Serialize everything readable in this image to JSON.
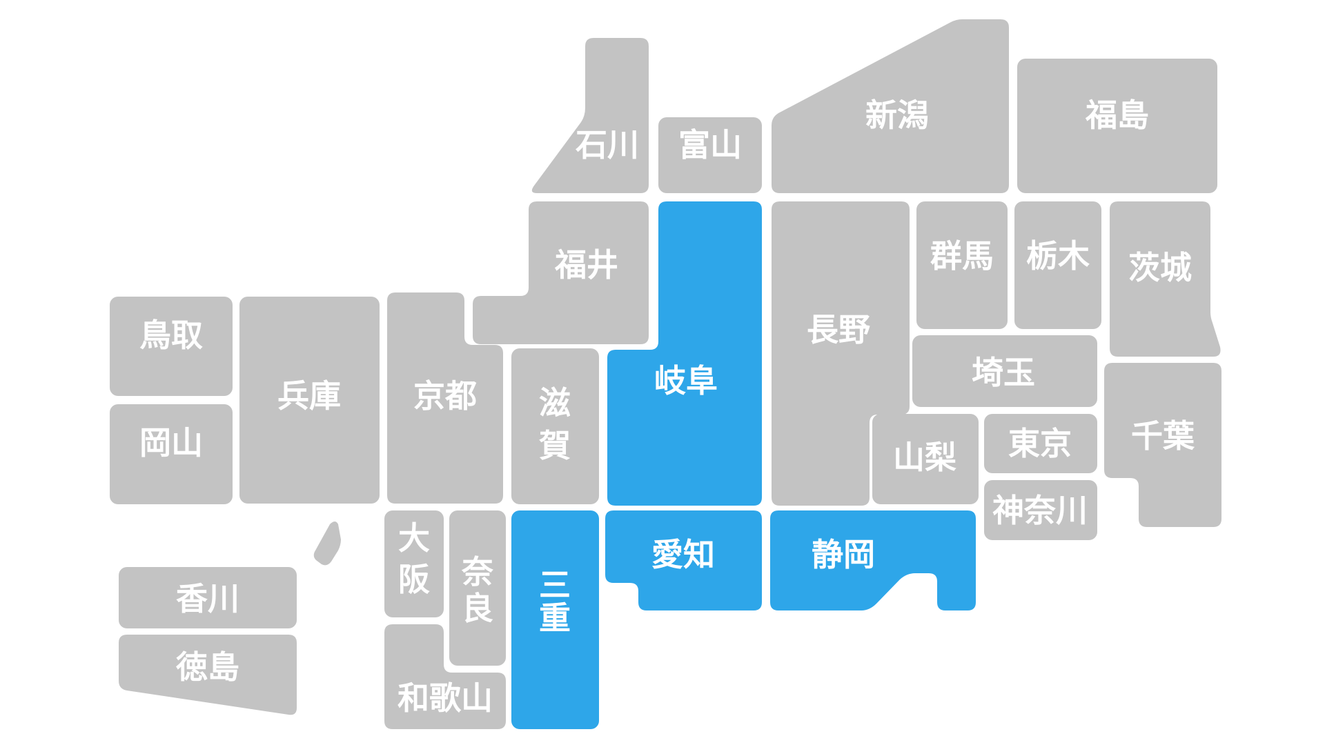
{
  "colors": {
    "default": "#c3c3c3",
    "highlight": "#2ea6e9",
    "label": "#ffffff",
    "background": "#ffffff"
  },
  "prefectures": {
    "ishikawa": {
      "name": "石川",
      "selected": false
    },
    "toyama": {
      "name": "富山",
      "selected": false
    },
    "niigata": {
      "name": "新潟",
      "selected": false
    },
    "fukushima": {
      "name": "福島",
      "selected": false
    },
    "fukui": {
      "name": "福井",
      "selected": false
    },
    "gifu": {
      "name": "岐阜",
      "selected": true
    },
    "nagano": {
      "name": "長野",
      "selected": false
    },
    "gunma": {
      "name": "群馬",
      "selected": false
    },
    "tochigi": {
      "name": "栃木",
      "selected": false
    },
    "ibaraki": {
      "name": "茨城",
      "selected": false
    },
    "tottori": {
      "name": "鳥取",
      "selected": false
    },
    "okayama": {
      "name": "岡山",
      "selected": false
    },
    "hyogo": {
      "name": "兵庫",
      "selected": false
    },
    "kyoto": {
      "name": "京都",
      "selected": false
    },
    "shiga": {
      "name": "滋賀",
      "selected": false
    },
    "saitama": {
      "name": "埼玉",
      "selected": false
    },
    "yamanashi": {
      "name": "山梨",
      "selected": false
    },
    "tokyo": {
      "name": "東京",
      "selected": false
    },
    "chiba": {
      "name": "千葉",
      "selected": false
    },
    "kanagawa": {
      "name": "神奈川",
      "selected": false
    },
    "osaka": {
      "name": "大阪",
      "selected": false
    },
    "nara": {
      "name": "奈良",
      "selected": false
    },
    "mie": {
      "name": "三重",
      "selected": true
    },
    "aichi": {
      "name": "愛知",
      "selected": true
    },
    "shizuoka": {
      "name": "静岡",
      "selected": true
    },
    "kagawa": {
      "name": "香川",
      "selected": false
    },
    "tokushima": {
      "name": "徳島",
      "selected": false
    },
    "wakayama": {
      "name": "和歌山",
      "selected": false
    },
    "awaji": {
      "name": "",
      "selected": false
    }
  }
}
